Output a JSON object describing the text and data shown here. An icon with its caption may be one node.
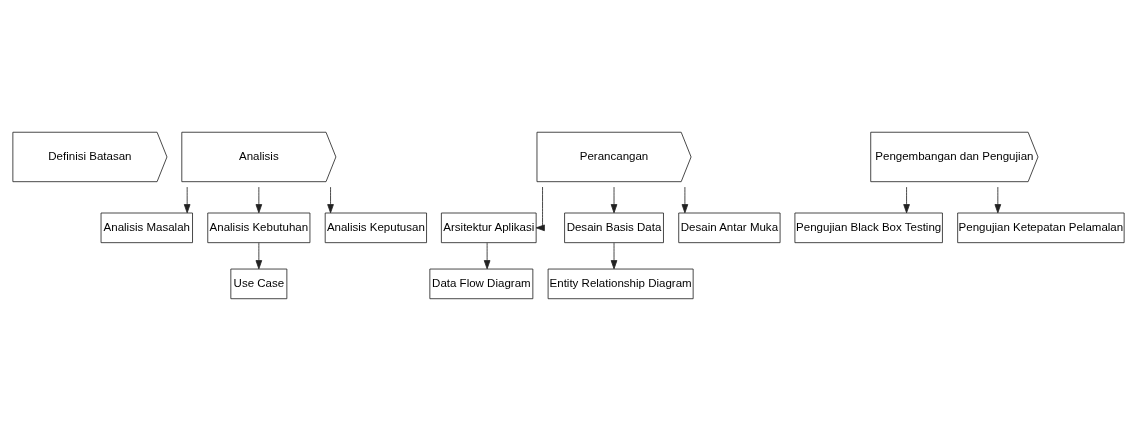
{
  "diagram": {
    "nodes": [
      {
        "text": [
          "Definisi Batasan"
        ]
      },
      {
        "text": [
          "Analisis"
        ]
      },
      {
        "text": [
          "Perancangan"
        ]
      },
      {
        "text": [
          "Pengembangan dan Pengujian"
        ]
      },
      {
        "text": [
          "Analisis Masalah"
        ]
      },
      {
        "text": [
          "Analisis Kebutuhan"
        ]
      },
      {
        "text": [
          "Analisis Keputusan"
        ]
      },
      {
        "text": [
          "Use Case"
        ]
      },
      {
        "text": [
          "Arsitektur Aplikasi"
        ]
      },
      {
        "text": [
          "Desain Basis Data"
        ]
      },
      {
        "text": [
          "Desain Antar Muka"
        ]
      },
      {
        "text": [
          "Data Flow Diagram"
        ]
      },
      {
        "text": [
          "Entity Relationship Diagram"
        ]
      },
      {
        "text": [
          "Pengujian Black Box Testing"
        ]
      },
      {
        "text": [
          "Pengujian Ketepatan Pelamalan"
        ]
      }
    ],
    "edges": [
      {
        "from": 1,
        "to": 4,
        "arrow": "to"
      },
      {
        "from": 1,
        "to": 5,
        "arrow": "to"
      },
      {
        "from": 1,
        "to": 6,
        "arrow": "to"
      },
      {
        "from": 5,
        "to": 7,
        "arrow": "to"
      },
      {
        "from": 2,
        "to": 8,
        "arrow": "to"
      },
      {
        "from": 2,
        "to": 9,
        "arrow": "to"
      },
      {
        "from": 2,
        "to": 10,
        "arrow": "to"
      },
      {
        "from": 8,
        "to": 11,
        "arrow": "to"
      },
      {
        "from": 9,
        "to": 12,
        "arrow": "to"
      },
      {
        "from": 3,
        "to": 13,
        "arrow": "to"
      },
      {
        "from": 3,
        "to": 14,
        "arrow": "to"
      }
    ]
  }
}
